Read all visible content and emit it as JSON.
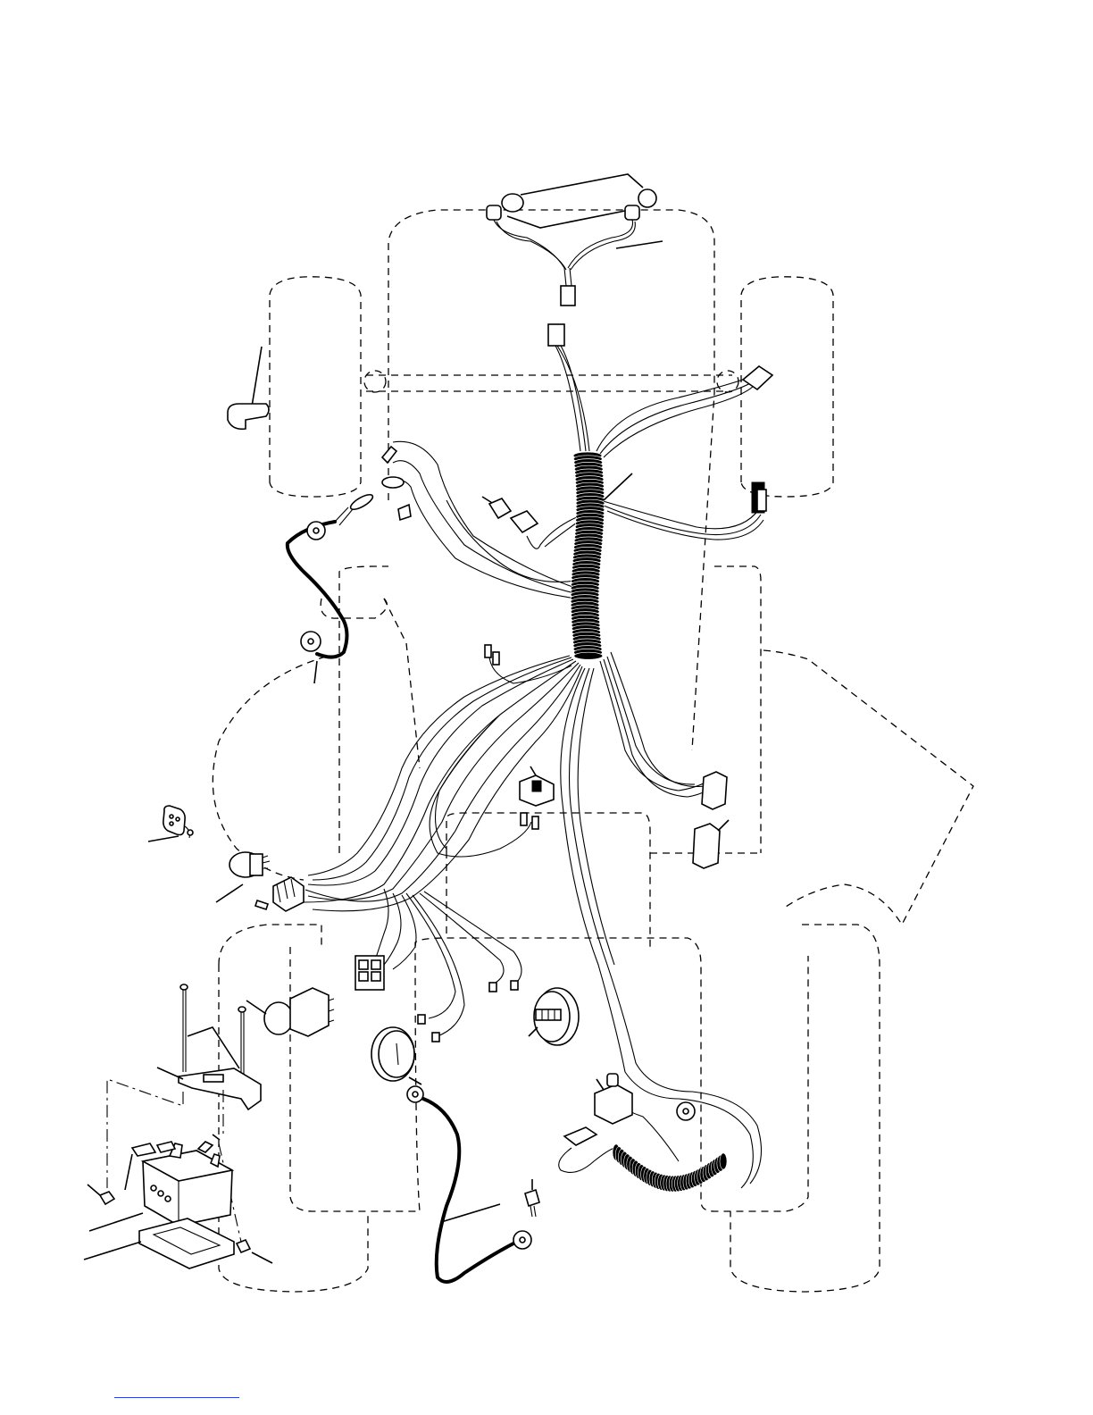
{
  "diagram": {
    "type": "tractor wiring harness exploded view",
    "components": [
      "headlight-assembly",
      "headlight-harness-connector",
      "main-wiring-harness",
      "wire-loom",
      "ground-wire",
      "pto-switch",
      "seat-safety-switch",
      "ignition-switch",
      "ignition-key",
      "headlight-switch",
      "ammeter",
      "hour-meter",
      "fuse-holder",
      "battery-cable",
      "solenoid",
      "battery",
      "battery-holddown",
      "battery-tray",
      "reverse-safety-switch",
      "brake-switch",
      "cable-clip"
    ]
  },
  "colors": {
    "ink": "#000000",
    "paper": "#ffffff",
    "footer_link": "#2b3fd1"
  }
}
